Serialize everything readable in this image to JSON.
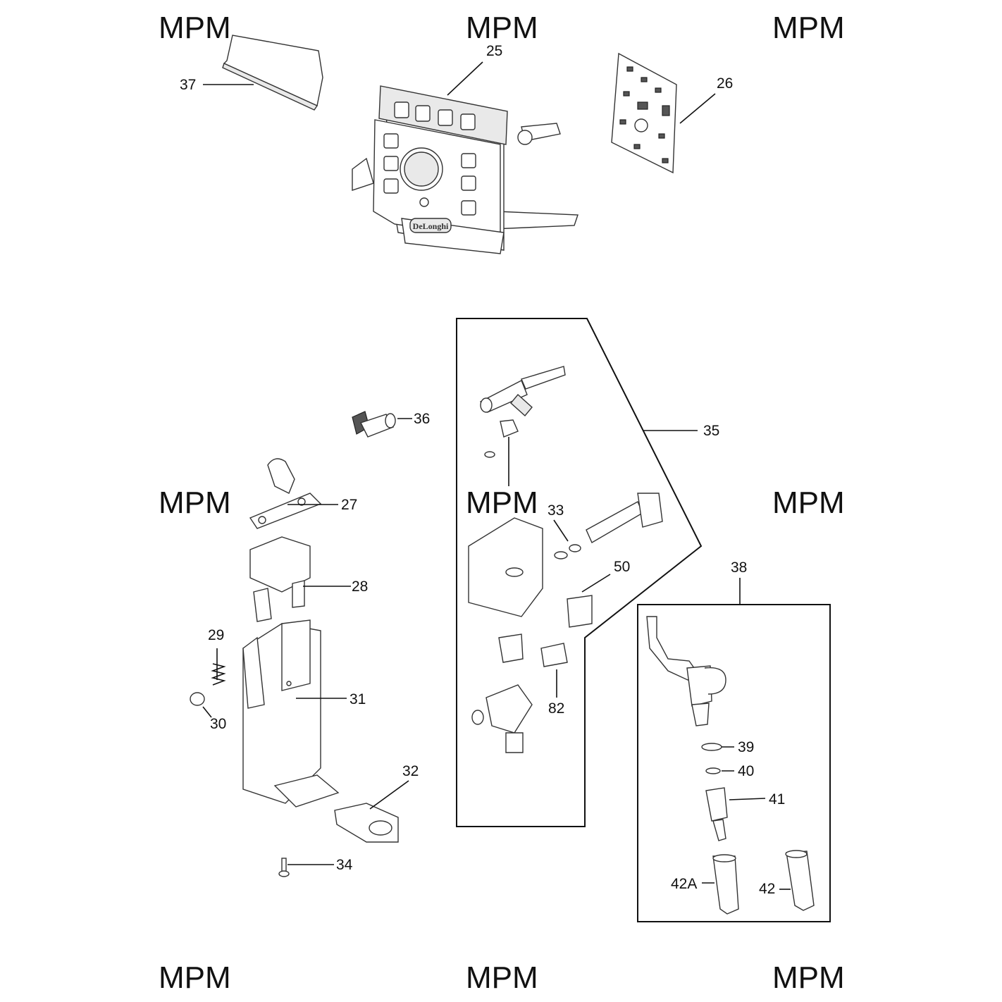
{
  "watermarks": [
    {
      "text": "MPM"
    },
    {
      "text": "MPM"
    },
    {
      "text": "MPM"
    },
    {
      "text": "MPM"
    },
    {
      "text": "MPM"
    },
    {
      "text": "MPM"
    },
    {
      "text": "MPM"
    },
    {
      "text": "MPM"
    },
    {
      "text": "MPM"
    }
  ],
  "callouts": {
    "c25": "25",
    "c26": "26",
    "c27": "27",
    "c28": "28",
    "c29": "29",
    "c30": "30",
    "c31": "31",
    "c32": "32",
    "c33": "33",
    "c34": "34",
    "c35": "35",
    "c36": "36",
    "c37": "37",
    "c38": "38",
    "c39": "39",
    "c40": "40",
    "c41": "41",
    "c42": "42",
    "c42a": "42A",
    "c50": "50",
    "c82": "82"
  },
  "logo_text": "DeLonghi"
}
